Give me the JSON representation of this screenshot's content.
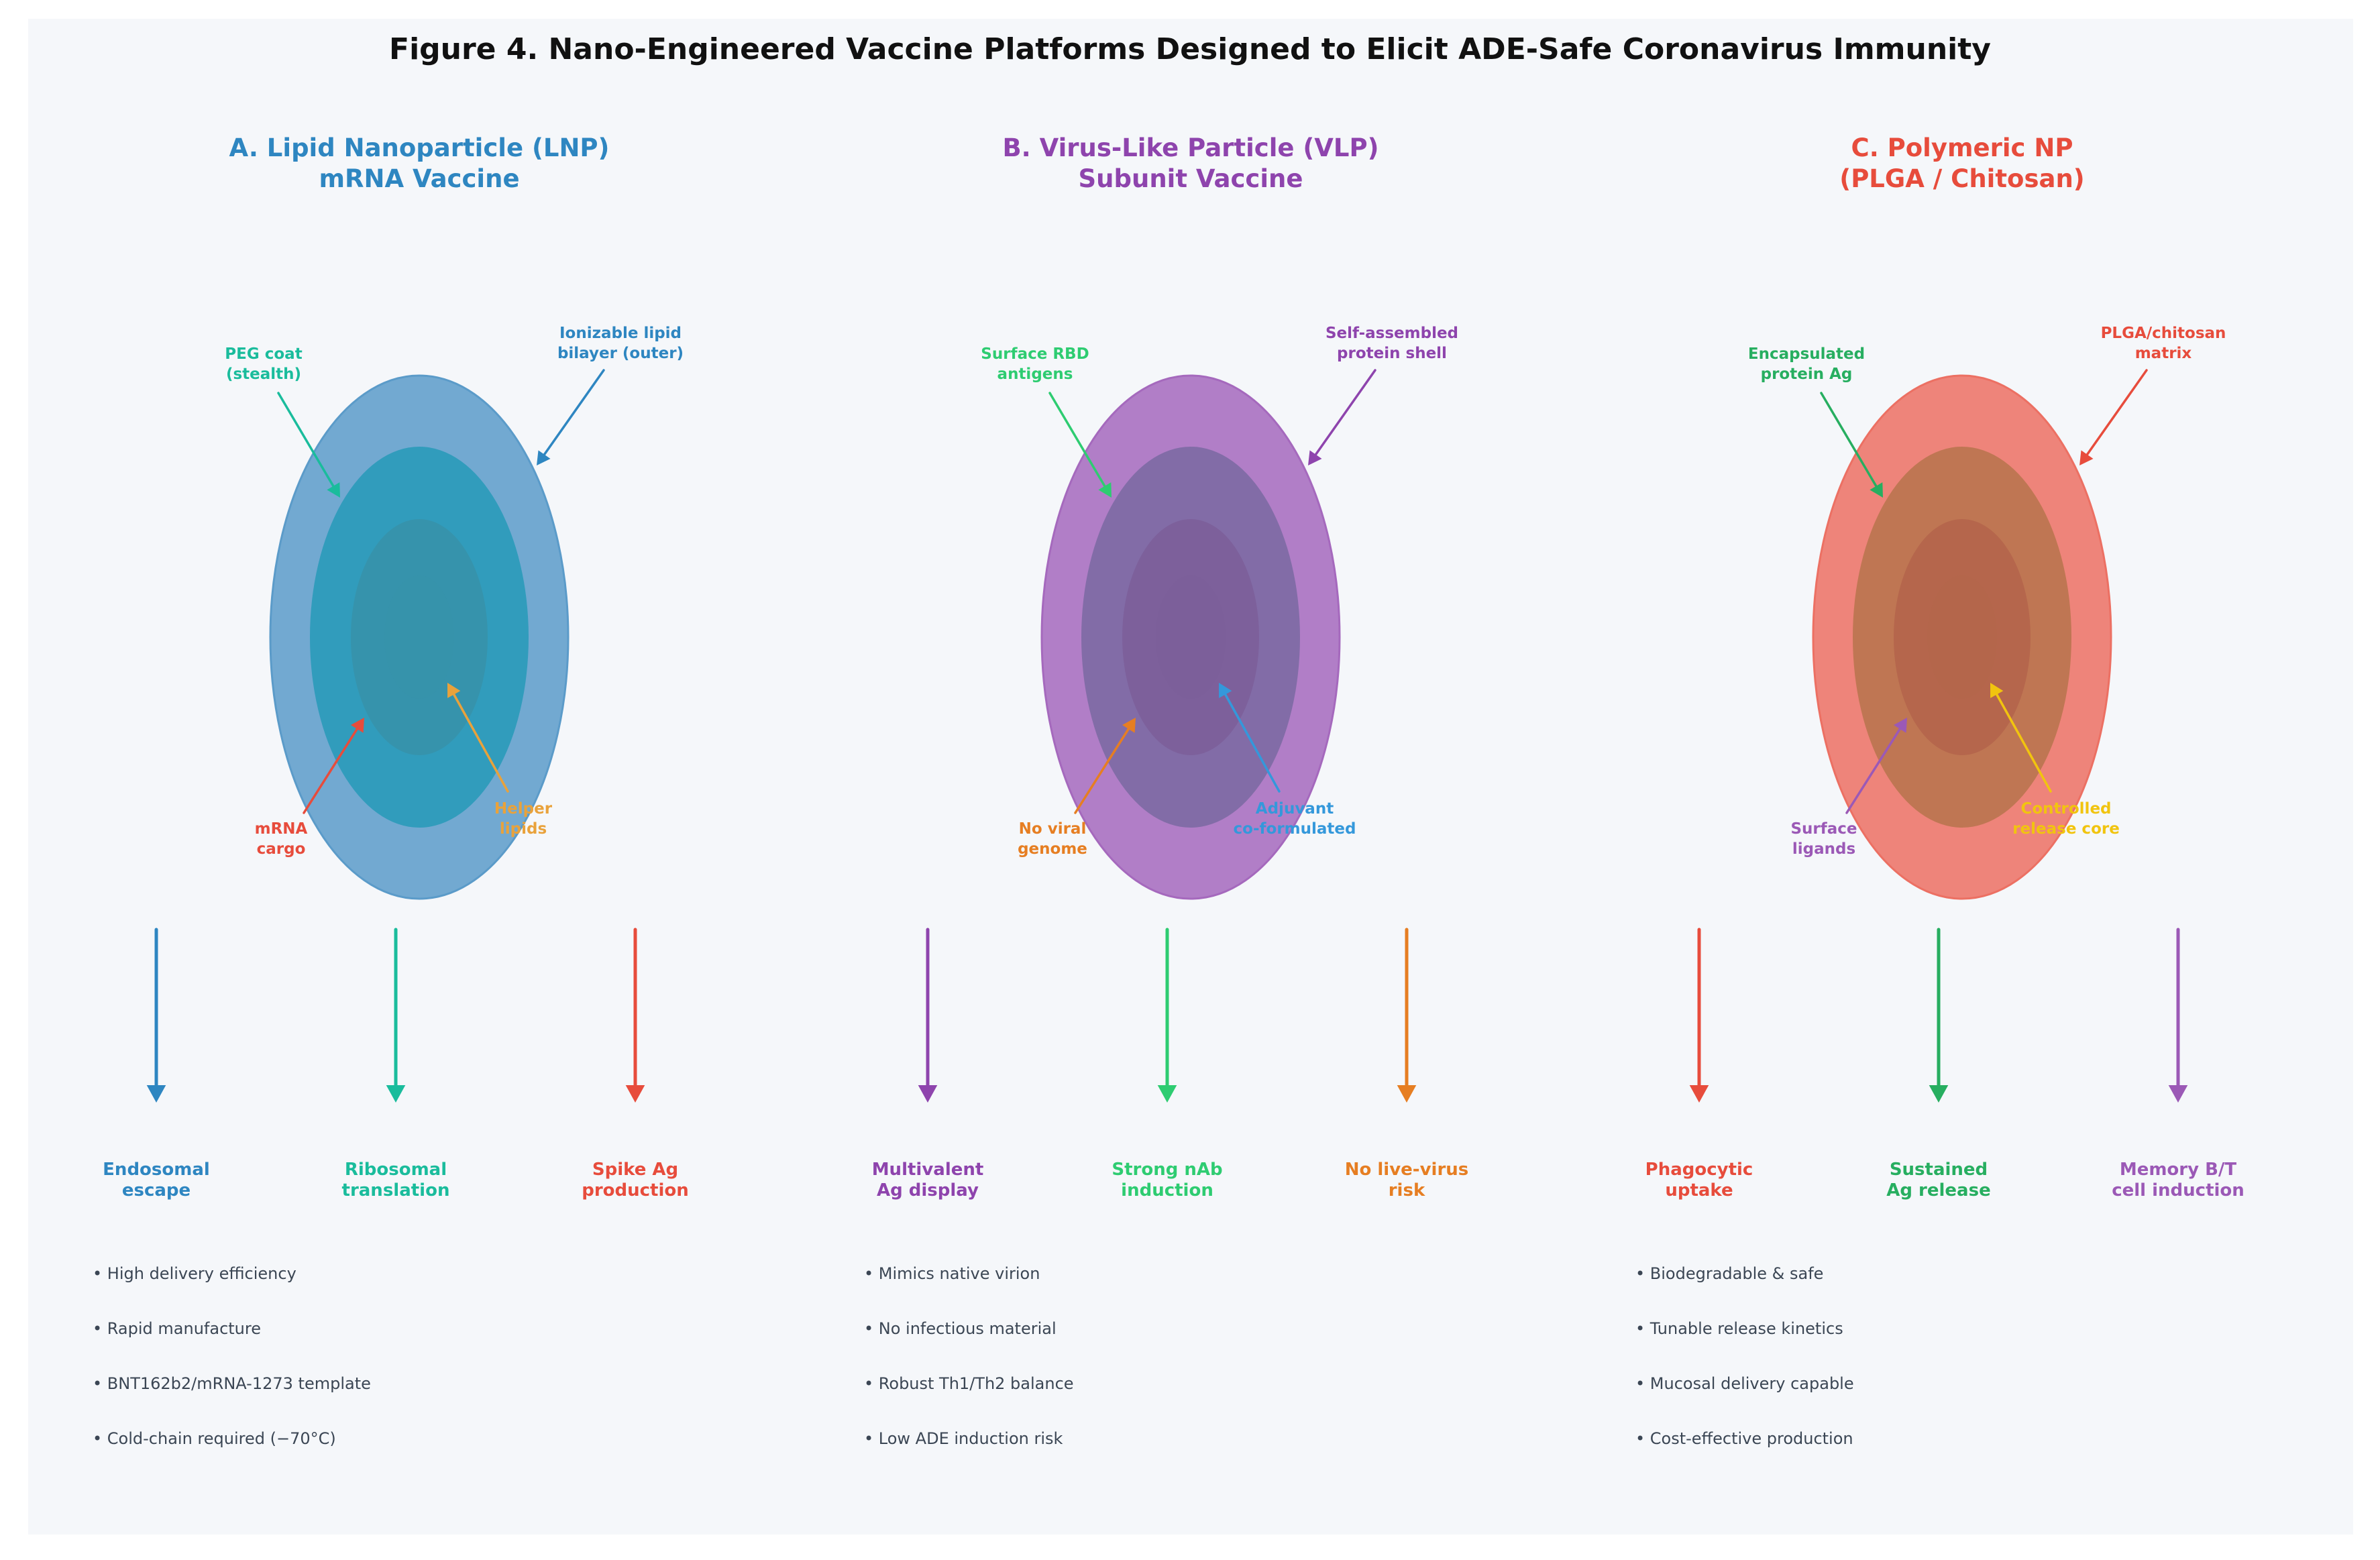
{
  "figure_title": "Figure 4. Nano-Engineered Vaccine Platforms Designed to Elicit ADE-Safe Coronavirus Immunity",
  "panels": [
    {
      "title_line1": "A. Lipid Nanoparticle (LNP)",
      "title_line2": "mRNA Vaccine",
      "title_color": "#2e86c1",
      "particle_outer_color": "#5b9bc9",
      "particle_mid_color": "#2a9ab9",
      "particle_inner_color": "#3792aa",
      "callouts": [
        {
          "lines": [
            "PEG coat",
            "(stealth)"
          ],
          "color": "#1abc9c"
        },
        {
          "lines": [
            "Ionizable lipid",
            "bilayer (outer)"
          ],
          "color": "#2e86c1"
        },
        {
          "lines": [
            "mRNA",
            "cargo"
          ],
          "color": "#e74c3c"
        },
        {
          "lines": [
            "Helper",
            "lipids"
          ],
          "color": "#e9a23b"
        }
      ],
      "outcomes": [
        {
          "lines": [
            "Endosomal",
            "escape"
          ],
          "color": "#2e86c1"
        },
        {
          "lines": [
            "Ribosomal",
            "translation"
          ],
          "color": "#1abc9c"
        },
        {
          "lines": [
            "Spike Ag",
            "production"
          ],
          "color": "#e74c3c"
        }
      ],
      "bullets": [
        "• High delivery efficiency",
        "• Rapid manufacture",
        "• BNT162b2/mRNA-1273 template",
        "• Cold-chain required (−70°C)"
      ]
    },
    {
      "title_line1": "B. Virus-Like Particle (VLP)",
      "title_line2": "Subunit Vaccine",
      "title_color": "#8e44ad",
      "particle_outer_color": "#a569bd",
      "particle_mid_color": "#7d6aa3",
      "particle_inner_color": "#7c5f9a",
      "callouts": [
        {
          "lines": [
            "Surface RBD",
            "antigens"
          ],
          "color": "#2ecc71"
        },
        {
          "lines": [
            "Self-assembled",
            "protein shell"
          ],
          "color": "#8e44ad"
        },
        {
          "lines": [
            "No viral",
            "genome"
          ],
          "color": "#e67e22"
        },
        {
          "lines": [
            "Adjuvant",
            "co-formulated"
          ],
          "color": "#3498db"
        }
      ],
      "outcomes": [
        {
          "lines": [
            "Multivalent",
            "Ag display"
          ],
          "color": "#8e44ad"
        },
        {
          "lines": [
            "Strong nAb",
            "induction"
          ],
          "color": "#2ecc71"
        },
        {
          "lines": [
            "No live-virus",
            "risk"
          ],
          "color": "#e67e22"
        }
      ],
      "bullets": [
        "• Mimics native virion",
        "• No infectious material",
        "• Robust Th1/Th2 balance",
        "• Low ADE induction risk"
      ]
    },
    {
      "title_line1": "C. Polymeric NP",
      "title_line2": "(PLGA / Chitosan)",
      "title_color": "#e74c3c",
      "particle_outer_color": "#ec7063",
      "particle_mid_color": "#b9744f",
      "particle_inner_color": "#b4654b",
      "callouts": [
        {
          "lines": [
            "Encapsulated",
            "protein Ag"
          ],
          "color": "#27ae60"
        },
        {
          "lines": [
            "PLGA/chitosan",
            "matrix"
          ],
          "color": "#e74c3c"
        },
        {
          "lines": [
            "Surface",
            "ligands"
          ],
          "color": "#9b59b6"
        },
        {
          "lines": [
            "Controlled",
            "release core"
          ],
          "color": "#f1c40f"
        }
      ],
      "outcomes": [
        {
          "lines": [
            "Phagocytic",
            "uptake"
          ],
          "color": "#e74c3c"
        },
        {
          "lines": [
            "Sustained",
            "Ag release"
          ],
          "color": "#27ae60"
        },
        {
          "lines": [
            "Memory B/T",
            "cell induction"
          ],
          "color": "#9b59b6"
        }
      ],
      "bullets": [
        "• Biodegradable & safe",
        "• Tunable release kinetics",
        "• Mucosal delivery capable",
        "• Cost-effective production"
      ]
    }
  ]
}
